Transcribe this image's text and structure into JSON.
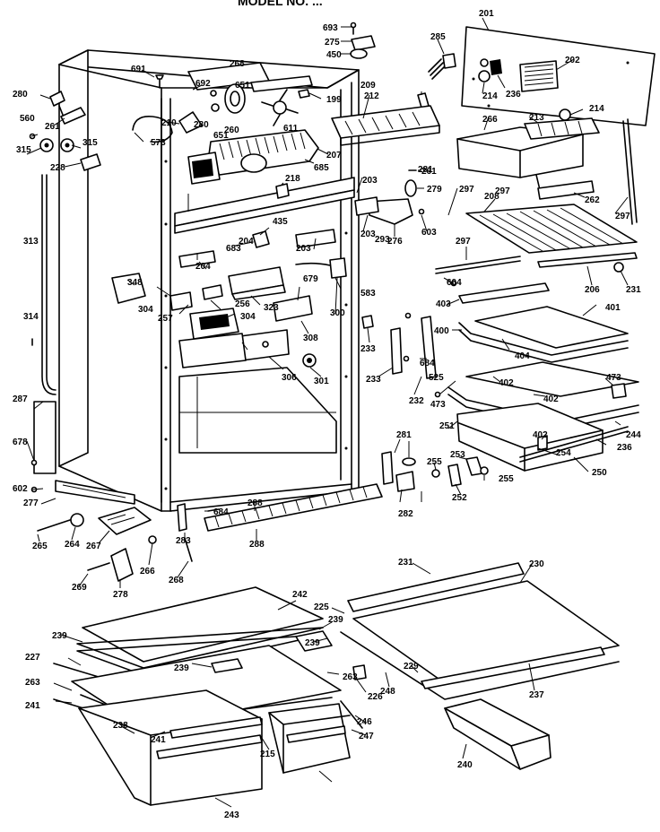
{
  "title": "MODEL NO. ...",
  "labels": [
    "693",
    "275",
    "450",
    "285",
    "201",
    "691",
    "692",
    "651",
    "199",
    "202",
    "280",
    "268",
    "281",
    "214",
    "236",
    "560",
    "261",
    "315",
    "315",
    "228",
    "210",
    "280",
    "651",
    "203",
    "214",
    "573",
    "260",
    "611",
    "207",
    "209",
    "212",
    "266",
    "213",
    "685",
    "261",
    "279",
    "297",
    "297",
    "262",
    "297",
    "208",
    "203",
    "293",
    "276",
    "603",
    "297",
    "206",
    "231",
    "218",
    "604",
    "435",
    "203",
    "204",
    "313",
    "683",
    "204",
    "583",
    "304",
    "323",
    "679",
    "403",
    "401",
    "314",
    "348",
    "256",
    "257",
    "304",
    "308",
    "300",
    "233",
    "400",
    "404",
    "684",
    "233",
    "287",
    "306",
    "301",
    "232",
    "473",
    "525",
    "402",
    "402",
    "473",
    "244",
    "251",
    "236",
    "282",
    "678",
    "281",
    "254",
    "250",
    "402",
    "602",
    "277",
    "288",
    "255",
    "253",
    "255",
    "684",
    "265",
    "264",
    "267",
    "266",
    "288",
    "283",
    "252",
    "269",
    "278",
    "268",
    "231",
    "230",
    "242",
    "225",
    "239",
    "239",
    "239",
    "239",
    "263",
    "227",
    "229",
    "248",
    "226",
    "237",
    "263",
    "241",
    "238",
    "241",
    "246",
    "247",
    "215",
    "240",
    "243"
  ]
}
